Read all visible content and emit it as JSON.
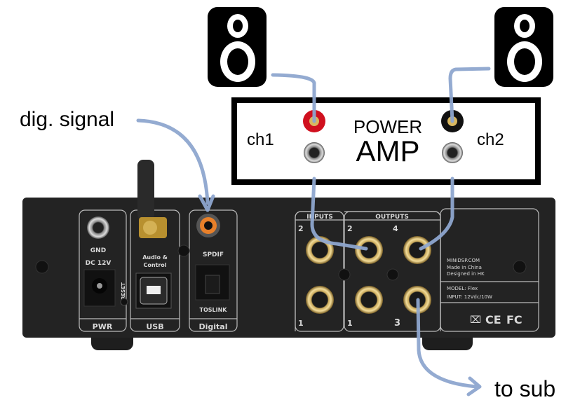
{
  "annotations": {
    "digital_signal": "dig. signal",
    "to_sub": "to sub",
    "cable_color": "#8ea6cf"
  },
  "amp": {
    "title_line1": "POWER",
    "title_line2": "AMP",
    "ch1": "ch1",
    "ch2": "ch2",
    "ch1_terminal_color": "#d0101e",
    "ch2_terminal_color": "#111111"
  },
  "device": {
    "pwr": {
      "gnd": "GND",
      "dc": "DC 12V",
      "reset": "RESET",
      "section": "PWR"
    },
    "usb": {
      "label_line1": "Audio &",
      "label_line2": "Control",
      "section": "USB"
    },
    "digital": {
      "spdif": "SPDIF",
      "toslink": "TOSLINK",
      "section": "Digital"
    },
    "inputs": {
      "header": "INPUTS",
      "ch2": "2",
      "ch1": "1"
    },
    "outputs": {
      "header": "OUTPUTS",
      "ch2": "2",
      "ch4": "4",
      "ch1": "1",
      "ch3": "3"
    },
    "info": {
      "website": "MINIDSP.COM",
      "made_in": "Made in China",
      "designed_in": "Designed in HK",
      "model": "MODEL: Flex",
      "input": "INPUT:   12Vdc/10W",
      "ce": "CE",
      "fc": "FC"
    },
    "spdif_color": "#e8802a"
  }
}
